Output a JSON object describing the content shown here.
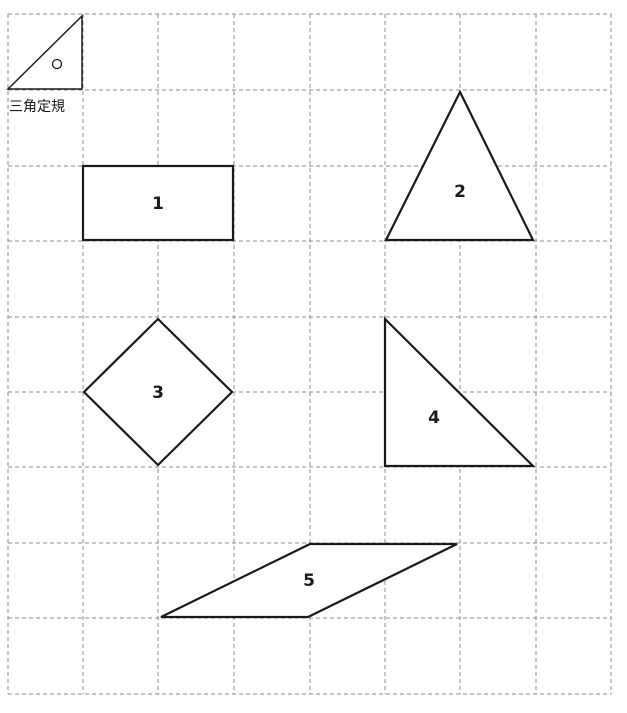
{
  "legend": {
    "label": "三角定規",
    "icon": "set-square-icon"
  },
  "shapes": [
    {
      "label": "1",
      "kind": "rectangle"
    },
    {
      "label": "2",
      "kind": "triangle"
    },
    {
      "label": "3",
      "kind": "square"
    },
    {
      "label": "4",
      "kind": "right-triangle"
    },
    {
      "label": "5",
      "kind": "parallelogram"
    }
  ],
  "colors": {
    "grid": "#8c8c8c",
    "stroke": "#1a1a1a",
    "background": "#ffffff"
  }
}
